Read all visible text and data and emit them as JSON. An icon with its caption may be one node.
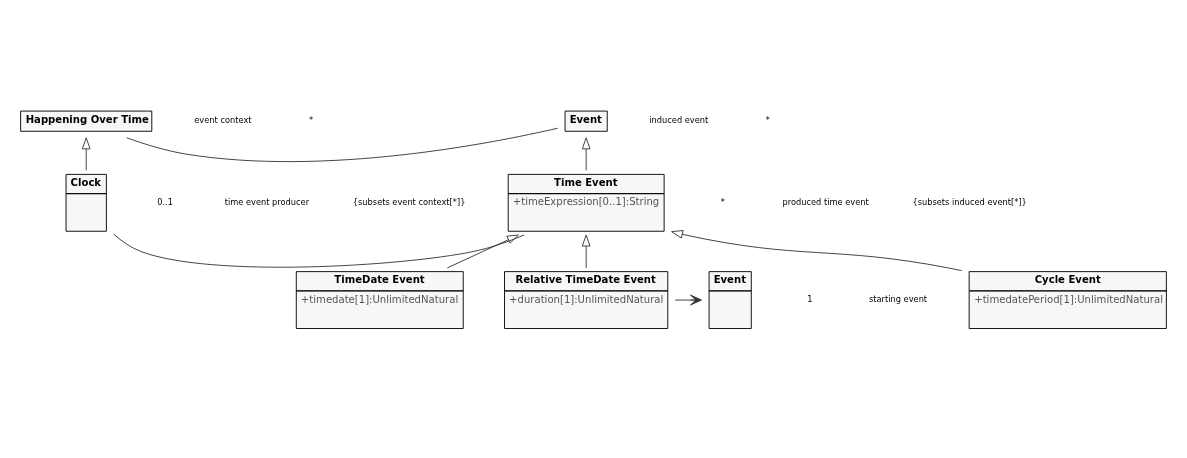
{
  "diagram": {
    "nodes": [
      {
        "text": [
          "Happening Over Time"
        ]
      },
      {
        "text": [
          "Event"
        ]
      },
      {
        "text": [
          "Clock"
        ]
      },
      {
        "text": [
          "Time Event",
          "+timeExpression[0..1]:String"
        ]
      },
      {
        "text": [
          "TimeDate Event",
          "+timedate[1]:UnlimitedNatural"
        ]
      },
      {
        "text": [
          "Relative TimeDate Event",
          "+duration[1]:UnlimitedNatural"
        ]
      },
      {
        "text": [
          "Event"
        ]
      },
      {
        "text": [
          "Cycle Event",
          "+timedatePeriod[1]:UnlimitedNatural"
        ]
      }
    ],
    "edges": [
      {
        "from": 0,
        "to": 1,
        "arrow": "none"
      },
      {
        "from": 2,
        "to": 0,
        "arrow": "to"
      },
      {
        "from": 3,
        "to": 1,
        "arrow": "to"
      },
      {
        "from": 2,
        "to": 3,
        "arrow": "none"
      },
      {
        "from": 4,
        "to": 3,
        "arrow": "to"
      },
      {
        "from": 5,
        "to": 3,
        "arrow": "to"
      },
      {
        "from": 7,
        "to": 3,
        "arrow": "to"
      },
      {
        "from": 5,
        "to": 6,
        "arrow": "to"
      }
    ],
    "labels": [
      "*",
      "*",
      "event context",
      "induced event",
      "{subsets event context[*]}",
      "{subsets induced event[*]}",
      "time event producer",
      "produced time event",
      "0..1",
      "*",
      "starting event",
      "1"
    ]
  }
}
